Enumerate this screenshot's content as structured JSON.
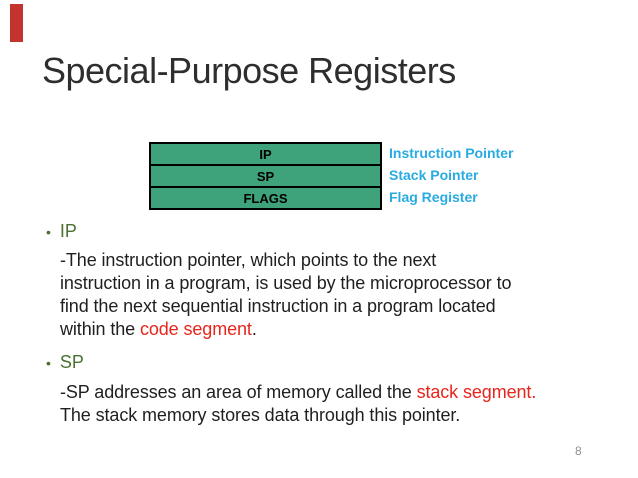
{
  "slide": {
    "title": "Special-Purpose Registers",
    "page_number": "8",
    "bullet_glyph": "•"
  },
  "diagram": {
    "rows": [
      {
        "cell": "IP",
        "label": "Instruction Pointer"
      },
      {
        "cell": "SP",
        "label": "Stack Pointer"
      },
      {
        "cell": "FLAGS",
        "label": "Flag Register"
      }
    ]
  },
  "bullets": [
    {
      "heading": "IP",
      "lines": [
        {
          "pre": "-The instruction pointer, which points to the next"
        },
        {
          "pre": "instruction in a program, is used by the microprocessor to"
        },
        {
          "pre": "find the next sequential instruction in a program located"
        },
        {
          "pre": "within the ",
          "red": "code segment",
          "post": "."
        }
      ]
    },
    {
      "heading": "SP",
      "lines": [
        {
          "pre": "-SP addresses an area of memory called the ",
          "red": "stack segment."
        },
        {
          "pre": "The stack memory stores data through this pointer."
        }
      ]
    }
  ],
  "colors": {
    "title_gray": "#2e2e2e",
    "heading_green": "#4a7032",
    "body_text": "#1f1f1f",
    "highlight_red": "#e8251c",
    "register_cell_green": "#3ea27a",
    "register_label_blue": "#29abe2",
    "ribbon_red": "#c4332d",
    "page_number_gray": "#8f8f8f"
  }
}
